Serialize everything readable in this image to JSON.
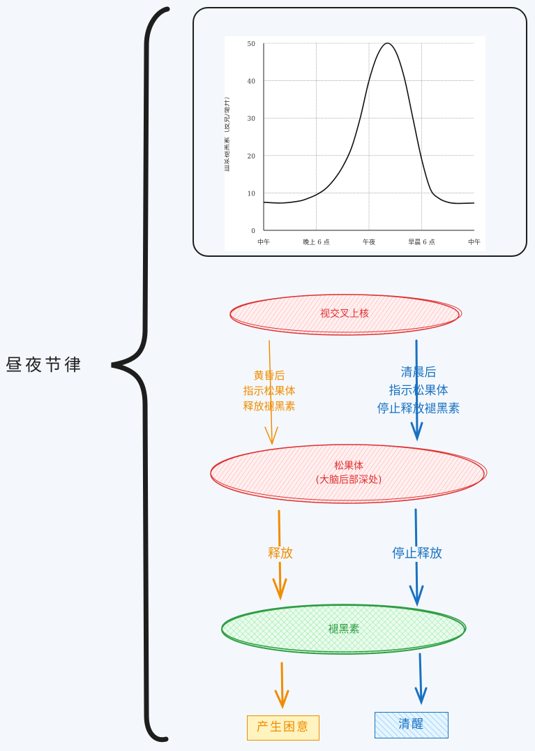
{
  "title": "昼夜节律",
  "chart_data": {
    "type": "line",
    "title": "",
    "ylabel": "血浆褪黑素（皮克/毫升）",
    "xlabel": "",
    "x_tick_labels": [
      "中午",
      "晚上 6 点",
      "午夜",
      "早晨 6 点",
      "中午"
    ],
    "y_ticks": [
      0,
      10,
      20,
      30,
      40,
      50
    ],
    "ylim": [
      0,
      50
    ],
    "xlim": [
      0,
      24
    ],
    "grid": true,
    "series": [
      {
        "x": [
          0,
          2,
          4,
          5,
          6,
          7,
          8,
          9,
          10,
          11,
          12,
          13,
          14,
          15,
          16,
          17,
          18,
          19,
          20,
          21,
          22,
          24
        ],
        "y": [
          7.5,
          7.3,
          7.8,
          8.5,
          9.5,
          11,
          13.5,
          17,
          22,
          30,
          40,
          47,
          50,
          48,
          41,
          30,
          19,
          11,
          8.5,
          7.5,
          7.2,
          7.3
        ]
      }
    ]
  },
  "nodes": {
    "scn": "视交叉上核",
    "pineal_line1": "松果体",
    "pineal_line2": "(大脑后部深处)",
    "melatonin": "褪黑素"
  },
  "labels": {
    "dusk": [
      "黄昏后",
      "指示松果体",
      "释放褪黑素"
    ],
    "dawn": [
      "清晨后",
      "指示松果体",
      "停止释放褪黑素"
    ],
    "release": "释放",
    "stop_release": "停止释放"
  },
  "results": {
    "sleepy": "产生困意",
    "awake": "清醒"
  },
  "colors": {
    "orange": "#f08c00",
    "blue": "#1971c2",
    "red": "#e03131",
    "green": "#2f9e44",
    "red_fill": "#ffc9c9",
    "green_fill": "#b2f2bb"
  }
}
